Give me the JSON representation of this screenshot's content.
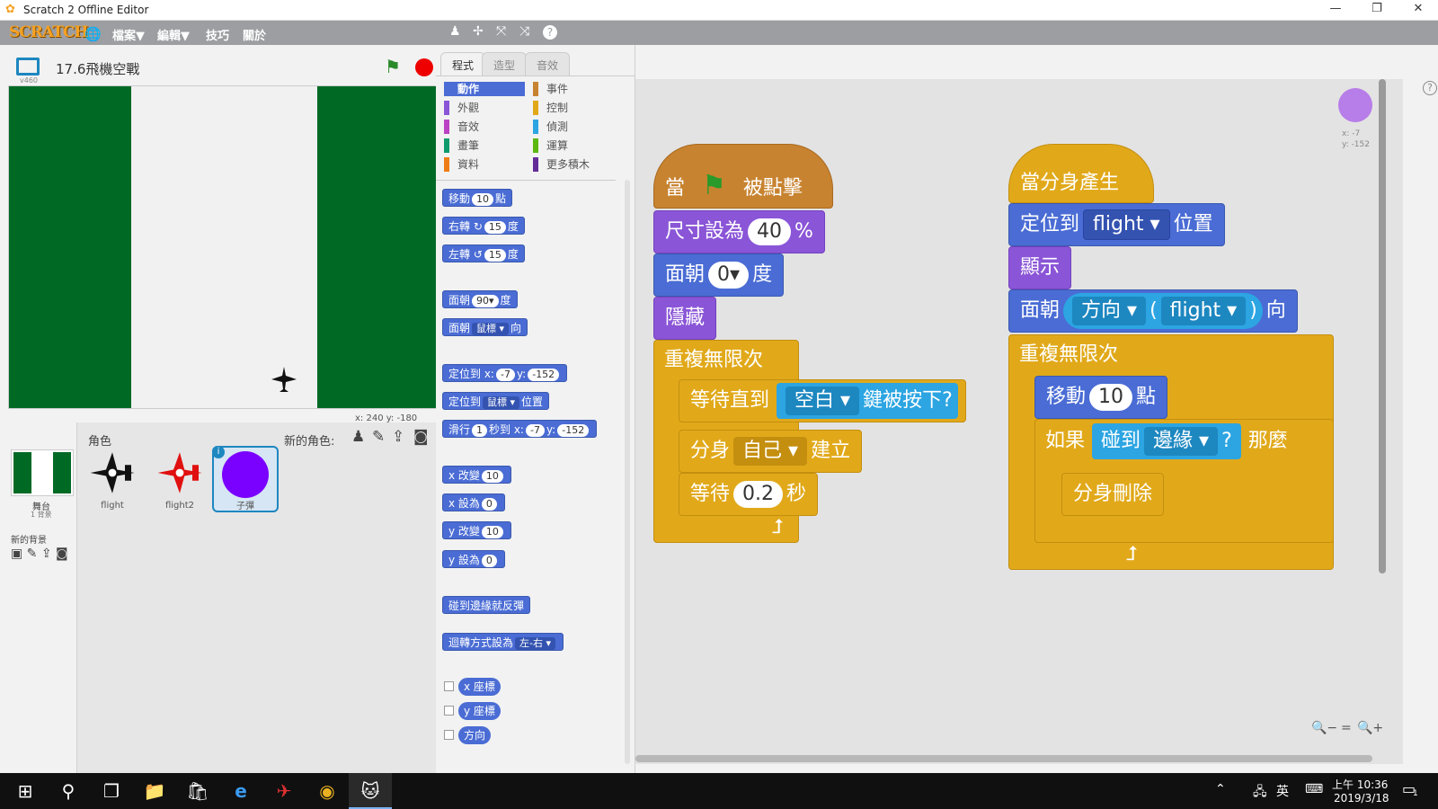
{
  "window": {
    "title": "Scratch 2 Offline Editor",
    "min": "—",
    "max": "❐",
    "close": "✕"
  },
  "menubar": {
    "logo": "SCRATCH",
    "globe": "🌐",
    "items": [
      "檔案▼",
      "編輯▼",
      "技巧",
      "關於"
    ],
    "tools": [
      "♟",
      "✢",
      "⤧",
      "⤨",
      "?"
    ]
  },
  "stage": {
    "project_title": "17.6飛機空戰",
    "version": "v460",
    "coords": "x:  240   y:   -180"
  },
  "sprites": {
    "label": "角色",
    "new_sprite_label": "新的角色:",
    "stage_label": "舞台",
    "stage_sub": "1 背景",
    "new_backdrop_label": "新的背景",
    "items": [
      {
        "name": "flight",
        "color": "#111111"
      },
      {
        "name": "flight2",
        "color": "#e01010"
      },
      {
        "name": "子彈",
        "color": "#7a00ff"
      }
    ]
  },
  "tabs": [
    "程式",
    "造型",
    "音效"
  ],
  "categories": [
    {
      "label": "動作",
      "color": "#4a6cd4"
    },
    {
      "label": "事件",
      "color": "#c88330"
    },
    {
      "label": "外觀",
      "color": "#8a55d7"
    },
    {
      "label": "控制",
      "color": "#e1a91a"
    },
    {
      "label": "音效",
      "color": "#bb42c3"
    },
    {
      "label": "偵測",
      "color": "#2ca5e2"
    },
    {
      "label": "畫筆",
      "color": "#0e9a6c"
    },
    {
      "label": "運算",
      "color": "#5cb712"
    },
    {
      "label": "資料",
      "color": "#ee7d16"
    },
    {
      "label": "更多積木",
      "color": "#632d99"
    }
  ],
  "palette": {
    "move": [
      "移動",
      "10",
      "點"
    ],
    "turn_right": [
      "右轉",
      "↻",
      "15",
      "度"
    ],
    "turn_left": [
      "左轉",
      "↺",
      "15",
      "度"
    ],
    "point_dir": [
      "面朝",
      "90▾",
      "度"
    ],
    "point_towards": [
      "面朝",
      "鼠標 ▾",
      "向"
    ],
    "goto_xy": [
      "定位到 x:",
      "-7",
      "y:",
      "-152"
    ],
    "goto": [
      "定位到",
      "鼠標 ▾",
      "位置"
    ],
    "glide": [
      "滑行",
      "1",
      "秒到 x:",
      "-7",
      "y:",
      "-152"
    ],
    "change_x": [
      "x 改變",
      "10"
    ],
    "set_x": [
      "x 設為",
      "0"
    ],
    "change_y": [
      "y 改變",
      "10"
    ],
    "set_y": [
      "y 設為",
      "0"
    ],
    "bounce": "碰到邊緣就反彈",
    "rotation": [
      "迴轉方式設為",
      "左-右 ▾"
    ],
    "xpos": "x 座標",
    "ypos": "y 座標",
    "dir": "方向"
  },
  "script1": {
    "when_flag": [
      "當",
      "被點擊"
    ],
    "size": [
      "尺寸設為",
      "40",
      "%"
    ],
    "point": [
      "面朝",
      "0▾",
      "度"
    ],
    "hide": "隱藏",
    "forever": "重複無限次",
    "wait_until": [
      "等待直到",
      "空白 ▾",
      "鍵被按下?"
    ],
    "clone": [
      "分身",
      "自己 ▾",
      "建立"
    ],
    "wait": [
      "等待",
      "0.2",
      "秒"
    ]
  },
  "script2": {
    "hat": "當分身產生",
    "goto": [
      "定位到",
      "flight ▾",
      "位置"
    ],
    "show": "顯示",
    "point": [
      "面朝",
      "方向 ▾",
      "(",
      "flight ▾",
      ")",
      "向"
    ],
    "forever": "重複無限次",
    "move": [
      "移動",
      "10",
      "點"
    ],
    "if": [
      "如果",
      "碰到",
      "邊緣 ▾",
      "?",
      "那麼"
    ],
    "delete": "分身刪除"
  },
  "sprite_info": {
    "x": "x: -7",
    "y": "y: -152"
  },
  "zoom": [
    "🔍−",
    "=",
    "🔍+"
  ],
  "taskbar": {
    "icons": [
      "⊞",
      "⚲",
      "❐",
      "📁",
      "🛍",
      "e",
      "✈",
      "◉",
      "🐱"
    ],
    "tray": [
      "⌃",
      "🖧",
      "英",
      "⌨"
    ],
    "time": "上午 10:36",
    "date": "2019/3/18",
    "notif": "1"
  }
}
